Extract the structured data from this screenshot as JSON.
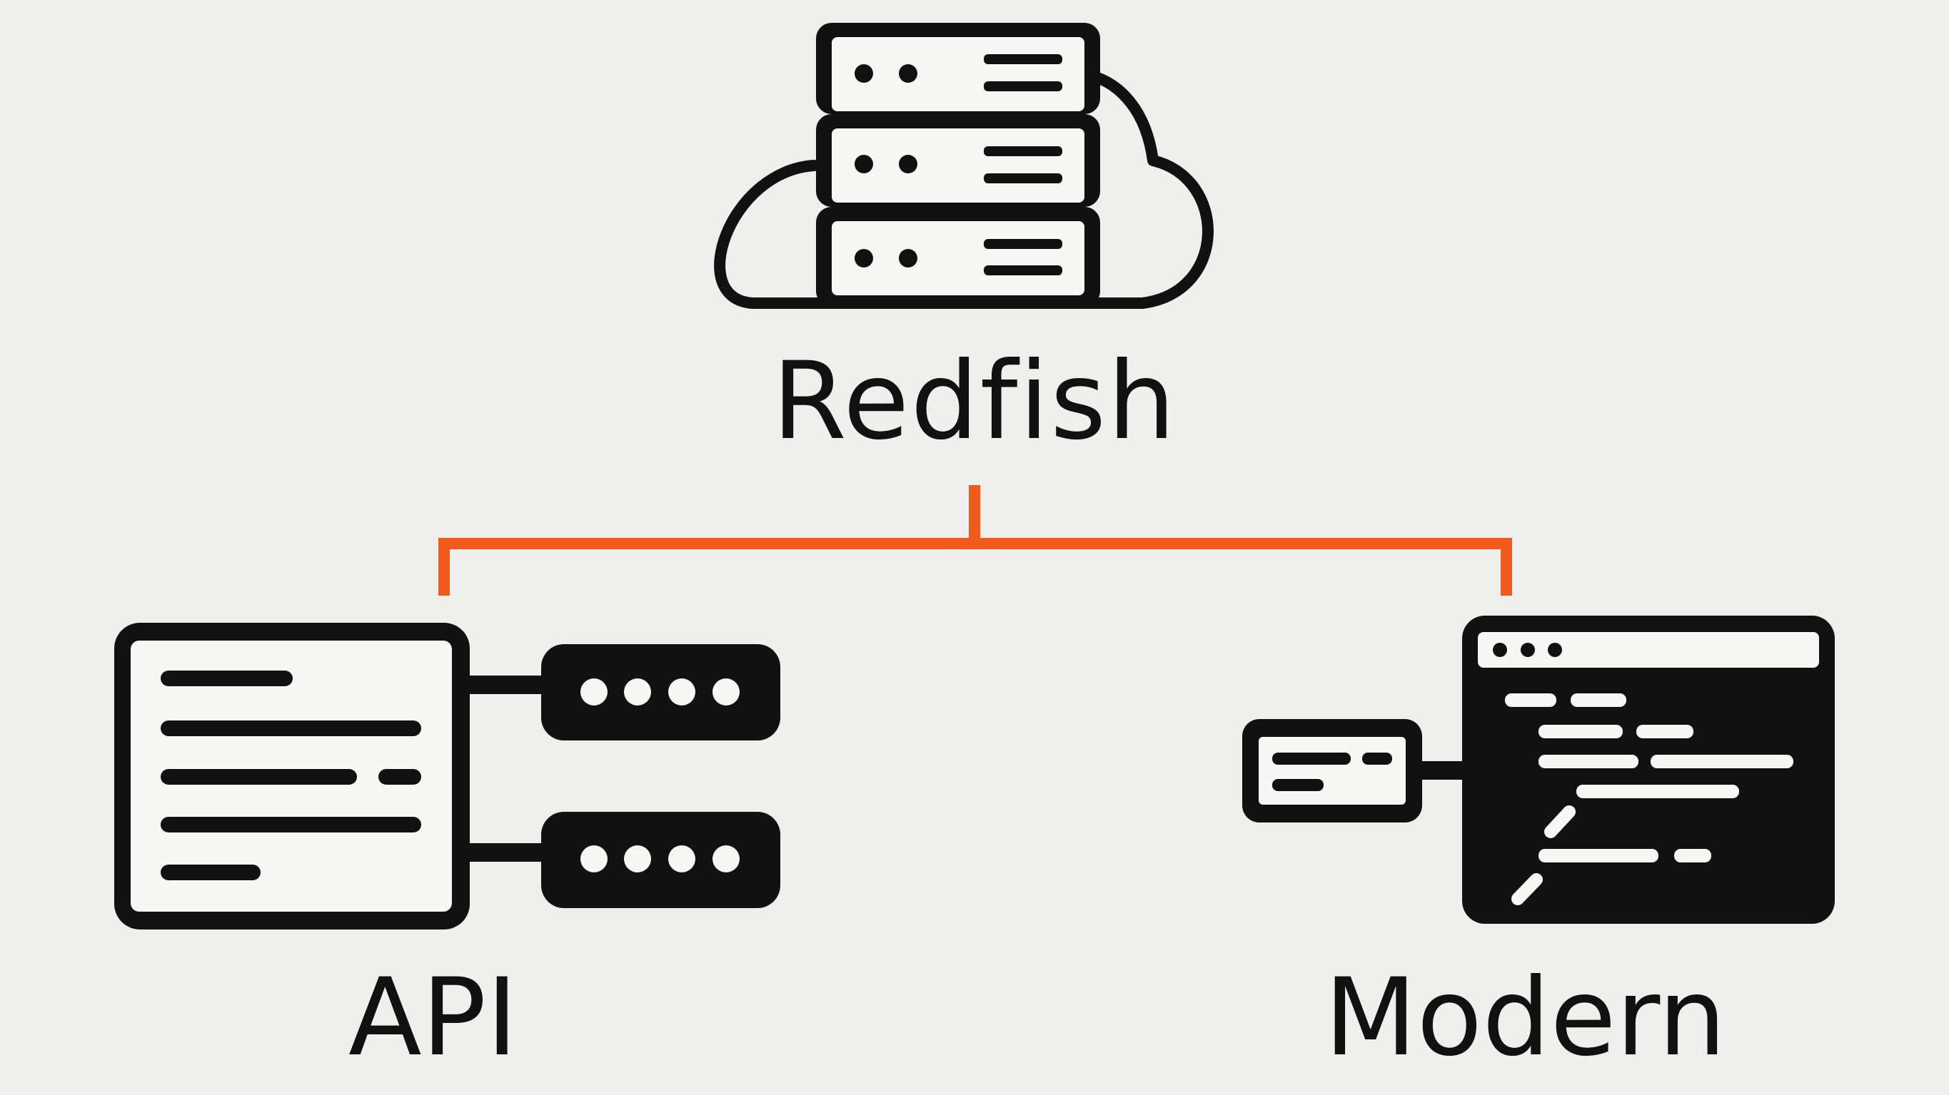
{
  "diagram": {
    "title": "Redfish",
    "left_label": "API",
    "right_label": "Modern"
  },
  "colors": {
    "background": "#efefee",
    "ink": "#111111",
    "connector": "#f05a1a",
    "panel_fill": "#f7f7f5"
  },
  "icons": {
    "top": "cloud-server-stack-icon",
    "left": "api-document-with-endpoints-icon",
    "right": "browser-code-window-icon"
  }
}
